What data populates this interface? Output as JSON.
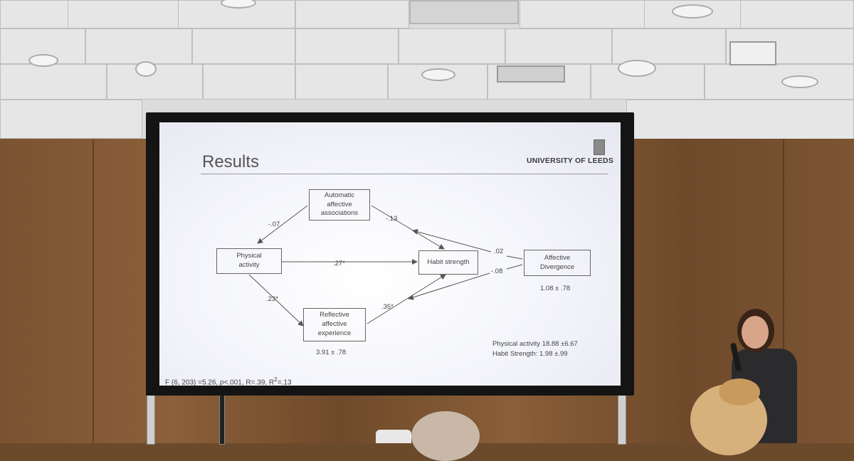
{
  "slide": {
    "title": "Results",
    "institution": "UNIVERSITY OF LEEDS",
    "nodes": {
      "automatic": "Automatic\naffective\nassociations",
      "physical": "Physical\nactivity",
      "habit": "Habit strength",
      "affective_divergence": "Affective\nDivergence",
      "reflective": "Reflective\naffective\nexperience"
    },
    "paths": {
      "physical_to_automatic": "-.07",
      "automatic_to_habit": "-.13",
      "physical_to_habit": ".27*",
      "physical_to_reflective": ".23*",
      "reflective_to_habit": ".35*",
      "divergence_a": ".02",
      "divergence_b": "-.08"
    },
    "stats": {
      "affective_divergence": "1.08 ± .78",
      "reflective": "3.91 ± .78",
      "physical_activity": "Physical activity 18.88 ±6.67",
      "habit_strength": "Habit Strength: 1.98 ±.99"
    },
    "footer": {
      "prefix": "F (6, 203) =5.26, ",
      "p": "p",
      "rest": "<.001, R=.39, R",
      "sup": "2",
      "tail": "=.13"
    }
  }
}
